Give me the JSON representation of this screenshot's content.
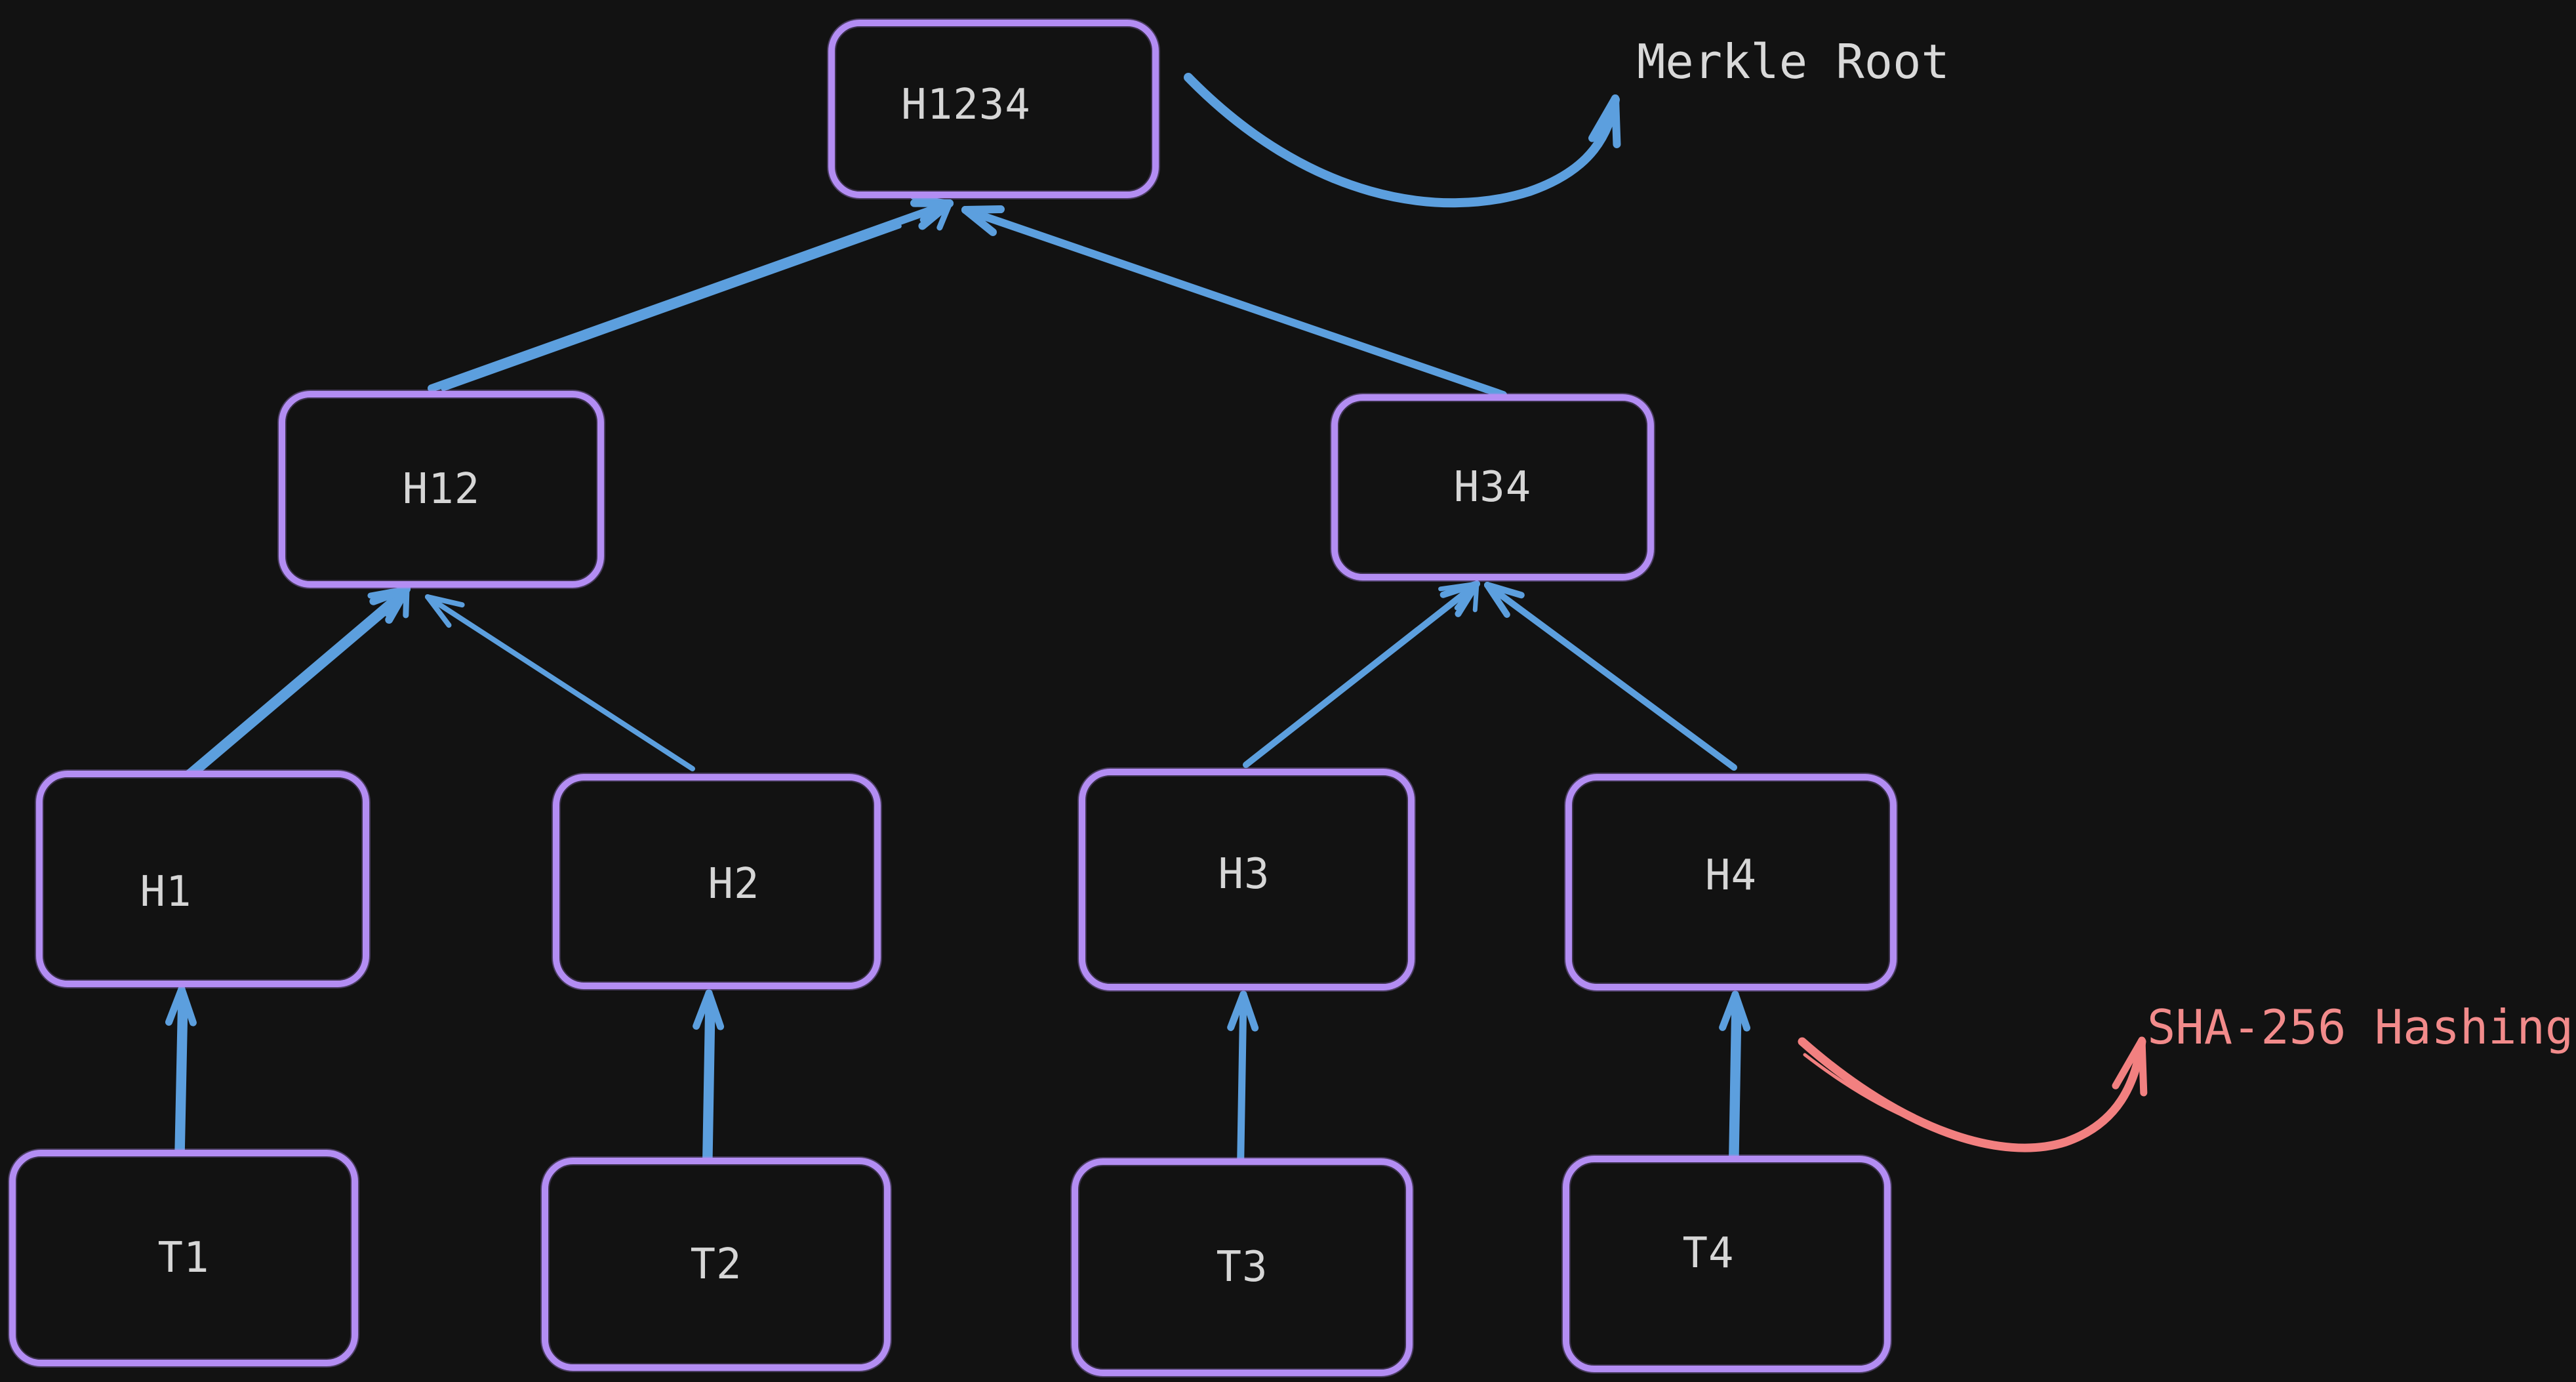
{
  "diagram": {
    "title": "Merkle tree hashing diagram",
    "background": "#121212",
    "colors": {
      "node_border": "#b38df3",
      "edge_arrow": "#5c9fde",
      "annotation_arrow": "#f28080",
      "node_text": "#d6d6d6",
      "merkle_root_text": "#d9d9d9",
      "sha256_text": "#f28b8b"
    },
    "nodes": {
      "h1234": {
        "label": "H1234"
      },
      "h12": {
        "label": "H12"
      },
      "h34": {
        "label": "H34"
      },
      "h1": {
        "label": "H1"
      },
      "h2": {
        "label": "H2"
      },
      "h3": {
        "label": "H3"
      },
      "h4": {
        "label": "H4"
      },
      "t1": {
        "label": "T1"
      },
      "t2": {
        "label": "T2"
      },
      "t3": {
        "label": "T3"
      },
      "t4": {
        "label": "T4"
      }
    },
    "annotations": {
      "merkle_root": {
        "label": "Merkle Root"
      },
      "sha256": {
        "label": "SHA-256 Hashing"
      }
    },
    "edges": [
      {
        "from": "T1",
        "to": "H1"
      },
      {
        "from": "T2",
        "to": "H2"
      },
      {
        "from": "T3",
        "to": "H3"
      },
      {
        "from": "T4",
        "to": "H4"
      },
      {
        "from": "H1",
        "to": "H12"
      },
      {
        "from": "H2",
        "to": "H12"
      },
      {
        "from": "H3",
        "to": "H34"
      },
      {
        "from": "H4",
        "to": "H34"
      },
      {
        "from": "H12",
        "to": "H1234"
      },
      {
        "from": "H34",
        "to": "H1234"
      },
      {
        "from": "H1234",
        "to": "Merkle Root"
      },
      {
        "from": "H4",
        "to": "SHA-256 Hashing"
      }
    ]
  }
}
